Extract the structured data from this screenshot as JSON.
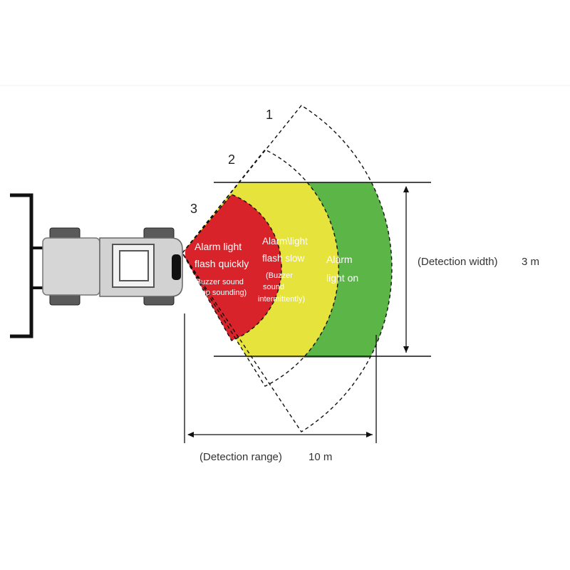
{
  "colors": {
    "zone_red": "#d8232a",
    "zone_yellow": "#e6e33c",
    "zone_green": "#5bb547",
    "outline": "#111111",
    "vehicle_body": "#cfcfcf",
    "vehicle_dark": "#555555"
  },
  "icons": {
    "vehicle": "forklift-top-view-icon"
  },
  "zones": {
    "zone3": {
      "number": "3",
      "title_line1": "Alarm light",
      "title_line2": "flash quickly",
      "note_line1": "(Buzzer sound",
      "note_line2": "keep sounding)"
    },
    "zone2": {
      "number": "2",
      "title_line1": "Alarm\\light",
      "title_line2": "flash slow",
      "note_line1": "(Buzzer",
      "note_line2": "sound",
      "note_line3": "intermittently)"
    },
    "zone1": {
      "number": "1",
      "title_line1": "Alarm",
      "title_line2": "light on"
    }
  },
  "dimensions": {
    "width_label": "(Detection width)",
    "width_value": "3 m",
    "range_label": "(Detection range)",
    "range_value": "10 m"
  }
}
